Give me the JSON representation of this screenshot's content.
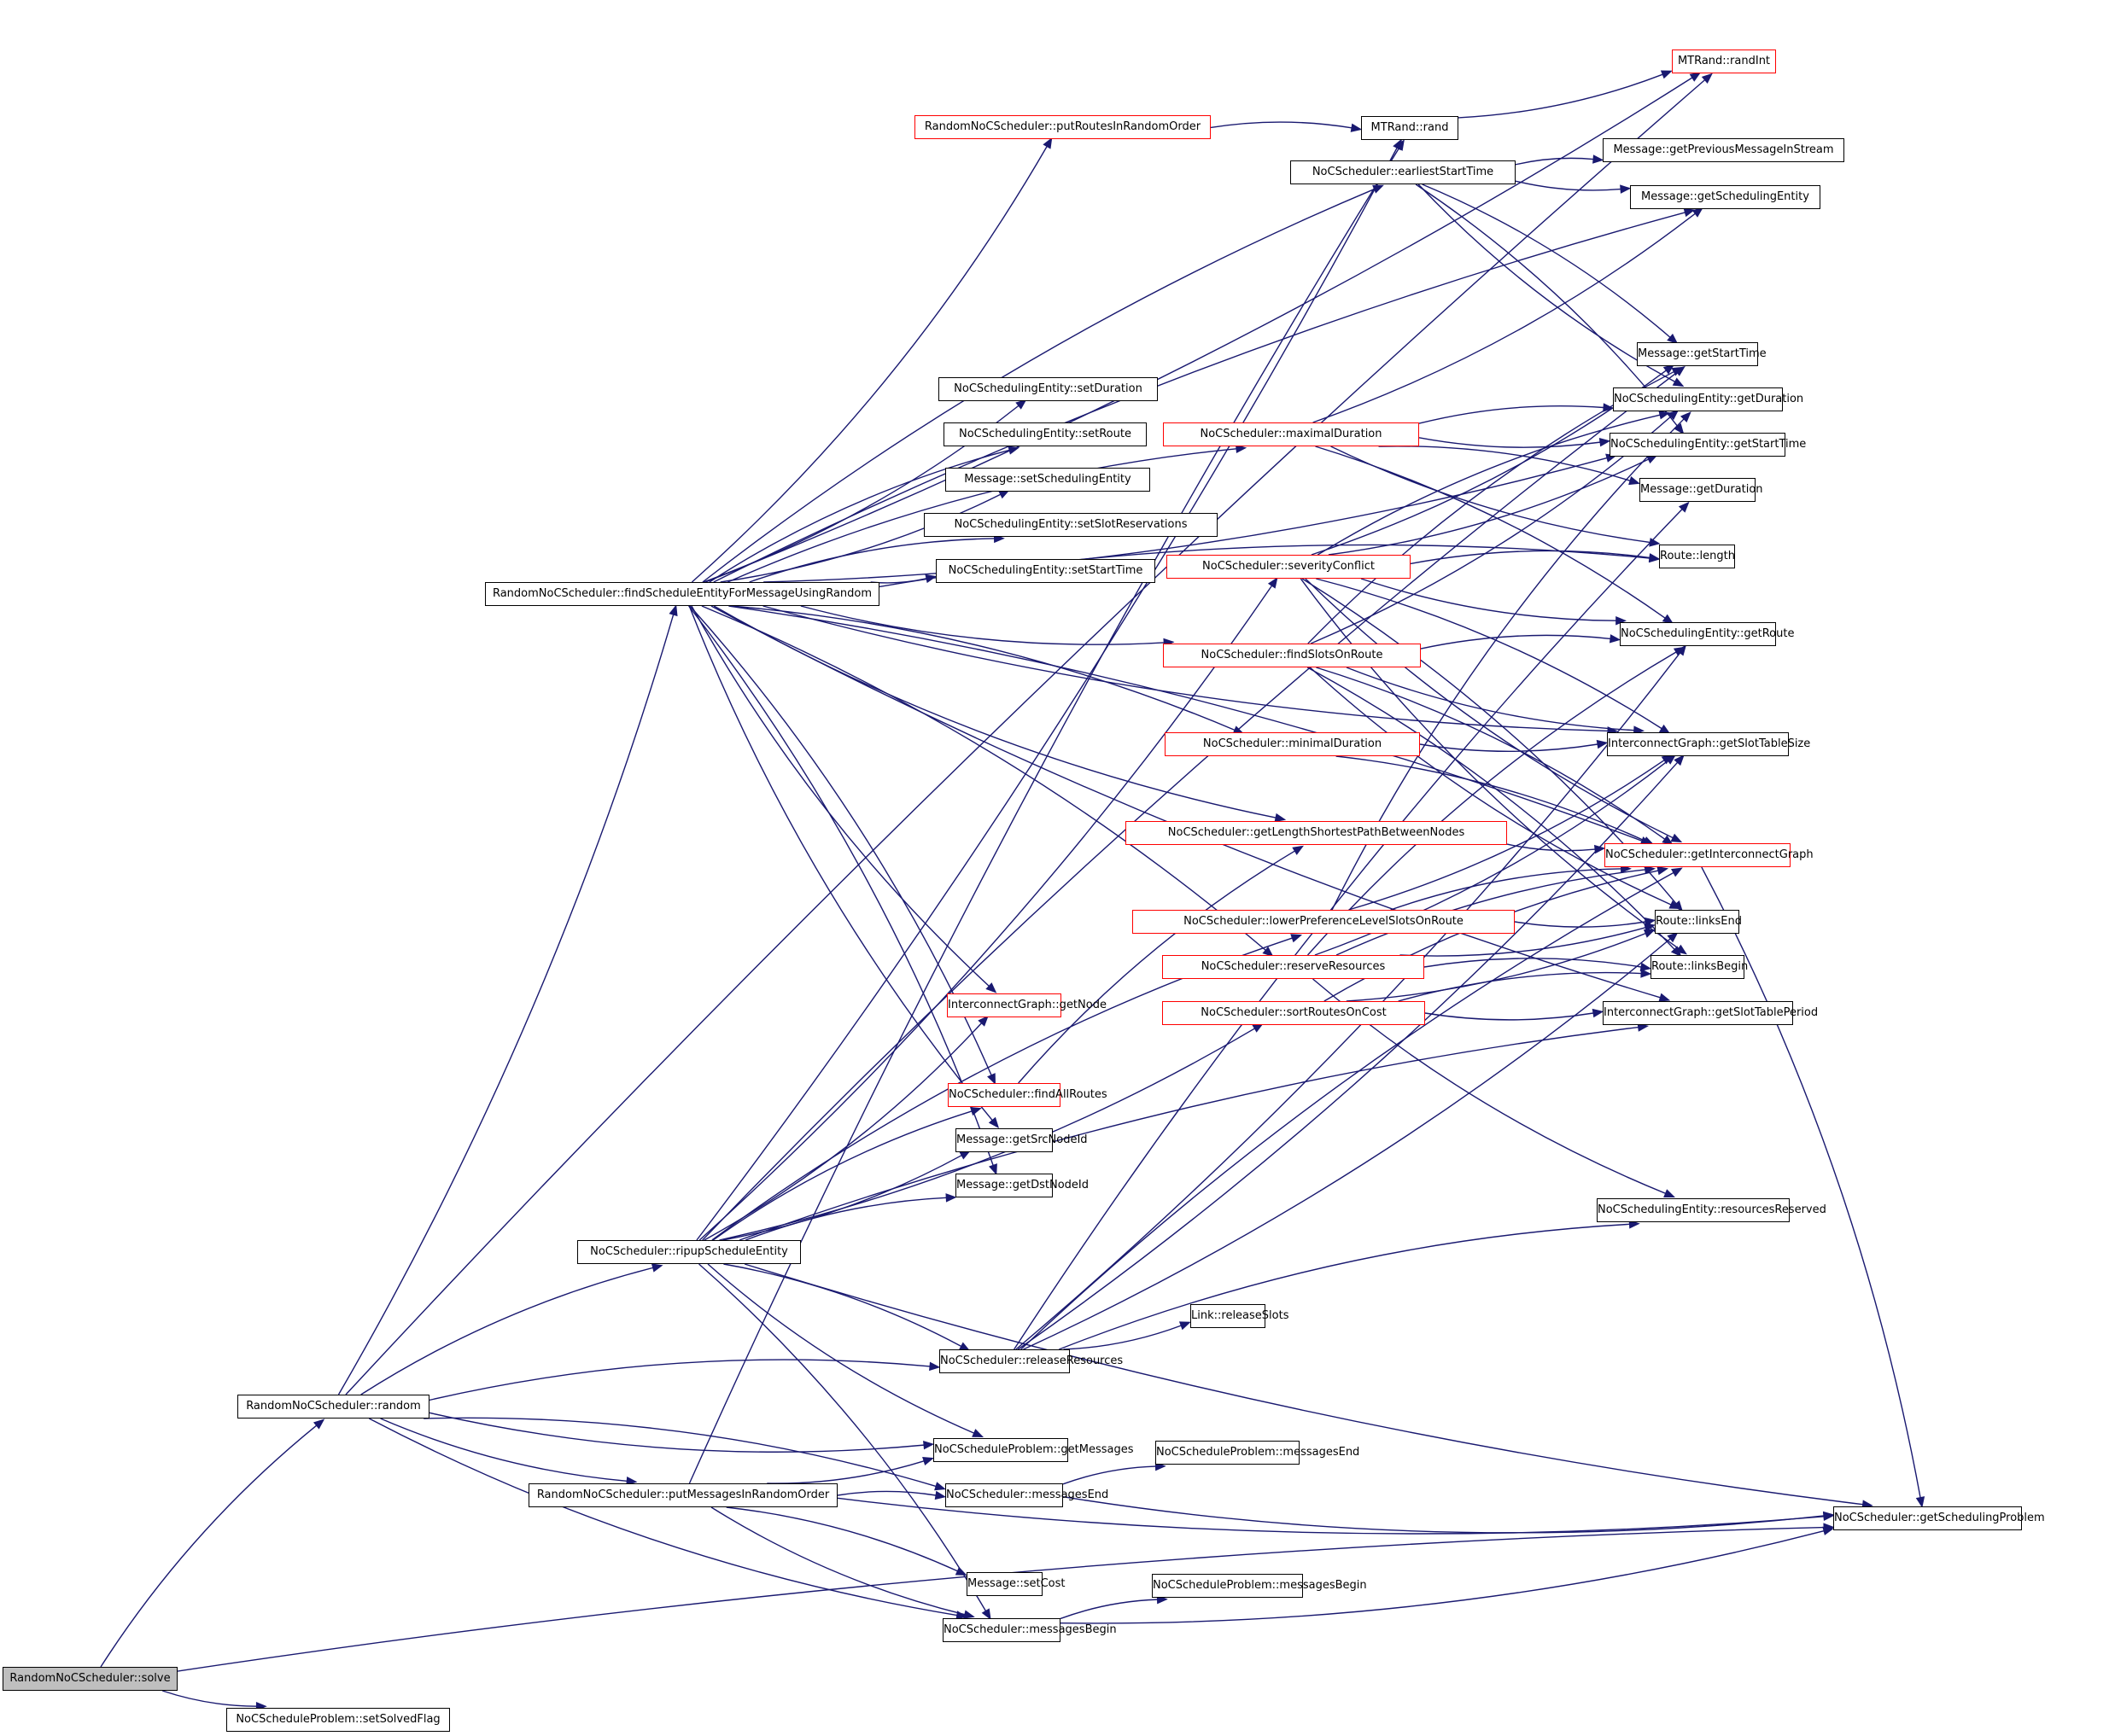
{
  "graph": {
    "title": "RandomNoCScheduler::solve call graph",
    "colors": {
      "edge": "#191970",
      "node_border": "#000000",
      "node_border_truncated": "#ff0000",
      "root_fill": "#bfbfbf",
      "node_fill": "#ffffff"
    },
    "nodes": [
      {
        "id": "solve",
        "label": "RandomNoCScheduler::solve",
        "style": "root"
      },
      {
        "id": "setSolvedFlag",
        "label": "NoCScheduleProblem::setSolvedFlag",
        "style": "normal"
      },
      {
        "id": "random",
        "label": "RandomNoCScheduler::random",
        "style": "normal"
      },
      {
        "id": "findSched",
        "label": "RandomNoCScheduler::findScheduleEntityForMessageUsingRandom",
        "style": "normal"
      },
      {
        "id": "ripup",
        "label": "NoCScheduler::ripupScheduleEntity",
        "style": "normal"
      },
      {
        "id": "putMessages",
        "label": "RandomNoCScheduler::putMessagesInRandomOrder",
        "style": "normal"
      },
      {
        "id": "putRoutes",
        "label": "RandomNoCScheduler::putRoutesInRandomOrder",
        "style": "red"
      },
      {
        "id": "mtRand",
        "label": "MTRand::rand",
        "style": "normal"
      },
      {
        "id": "mtRandInt",
        "label": "MTRand::randInt",
        "style": "red"
      },
      {
        "id": "earliestStart",
        "label": "NoCScheduler::earliestStartTime",
        "style": "normal"
      },
      {
        "id": "getPrevMsg",
        "label": "Message::getPreviousMessageInStream",
        "style": "normal"
      },
      {
        "id": "msgGetSchedEntity",
        "label": "Message::getSchedulingEntity",
        "style": "normal"
      },
      {
        "id": "setDuration",
        "label": "NoCSchedulingEntity::setDuration",
        "style": "normal"
      },
      {
        "id": "setRoute",
        "label": "NoCSchedulingEntity::setRoute",
        "style": "normal"
      },
      {
        "id": "setSchedEntity",
        "label": "Message::setSchedulingEntity",
        "style": "normal"
      },
      {
        "id": "setSlotRes",
        "label": "NoCSchedulingEntity::setSlotReservations",
        "style": "normal"
      },
      {
        "id": "setStartTime",
        "label": "NoCSchedulingEntity::setStartTime",
        "style": "normal"
      },
      {
        "id": "maximalDuration",
        "label": "NoCScheduler::maximalDuration",
        "style": "red"
      },
      {
        "id": "severityConflict",
        "label": "NoCScheduler::severityConflict",
        "style": "red"
      },
      {
        "id": "findSlots",
        "label": "NoCScheduler::findSlotsOnRoute",
        "style": "red"
      },
      {
        "id": "minimalDuration",
        "label": "NoCScheduler::minimalDuration",
        "style": "red"
      },
      {
        "id": "getLengthShortest",
        "label": "NoCScheduler::getLengthShortestPathBetweenNodes",
        "style": "red"
      },
      {
        "id": "lowerPref",
        "label": "NoCScheduler::lowerPreferenceLevelSlotsOnRoute",
        "style": "red"
      },
      {
        "id": "reserveRes",
        "label": "NoCScheduler::reserveResources",
        "style": "red"
      },
      {
        "id": "sortRoutes",
        "label": "NoCScheduler::sortRoutesOnCost",
        "style": "red"
      },
      {
        "id": "getNode",
        "label": "InterconnectGraph::getNode",
        "style": "red"
      },
      {
        "id": "findAllRoutes",
        "label": "NoCScheduler::findAllRoutes",
        "style": "red"
      },
      {
        "id": "getSrcNodeId",
        "label": "Message::getSrcNodeId",
        "style": "normal"
      },
      {
        "id": "getDstNodeId",
        "label": "Message::getDstNodeId",
        "style": "normal"
      },
      {
        "id": "releaseRes",
        "label": "NoCScheduler::releaseResources",
        "style": "normal"
      },
      {
        "id": "releaseSlots",
        "label": "Link::releaseSlots",
        "style": "normal"
      },
      {
        "id": "getMessages",
        "label": "NoCScheduleProblem::getMessages",
        "style": "normal"
      },
      {
        "id": "messagesEnd",
        "label": "NoCScheduler::messagesEnd",
        "style": "normal"
      },
      {
        "id": "setCost",
        "label": "Message::setCost",
        "style": "normal"
      },
      {
        "id": "messagesBegin",
        "label": "NoCScheduler::messagesBegin",
        "style": "normal"
      },
      {
        "id": "nspMessagesEnd",
        "label": "NoCScheduleProblem::messagesEnd",
        "style": "normal"
      },
      {
        "id": "nspMessagesBegin",
        "label": "NoCScheduleProblem::messagesBegin",
        "style": "normal"
      },
      {
        "id": "msgGetStartTime",
        "label": "Message::getStartTime",
        "style": "normal"
      },
      {
        "id": "nseGetDuration",
        "label": "NoCSchedulingEntity::getDuration",
        "style": "normal"
      },
      {
        "id": "nseGetStartTime",
        "label": "NoCSchedulingEntity::getStartTime",
        "style": "normal"
      },
      {
        "id": "msgGetDuration",
        "label": "Message::getDuration",
        "style": "normal"
      },
      {
        "id": "routeLength",
        "label": "Route::length",
        "style": "normal"
      },
      {
        "id": "nseGetRoute",
        "label": "NoCSchedulingEntity::getRoute",
        "style": "normal"
      },
      {
        "id": "getSlotTableSize",
        "label": "InterconnectGraph::getSlotTableSize",
        "style": "normal"
      },
      {
        "id": "getInterconnectGraph",
        "label": "NoCScheduler::getInterconnectGraph",
        "style": "red"
      },
      {
        "id": "linksEnd",
        "label": "Route::linksEnd",
        "style": "normal"
      },
      {
        "id": "linksBegin",
        "label": "Route::linksBegin",
        "style": "normal"
      },
      {
        "id": "getSlotTablePeriod",
        "label": "InterconnectGraph::getSlotTablePeriod",
        "style": "normal"
      },
      {
        "id": "resourcesReserved",
        "label": "NoCSchedulingEntity::resourcesReserved",
        "style": "normal"
      },
      {
        "id": "getSchedProblem",
        "label": "NoCScheduler::getSchedulingProblem",
        "style": "normal"
      }
    ],
    "edges": [
      [
        "solve",
        "random"
      ],
      [
        "solve",
        "setSolvedFlag"
      ],
      [
        "solve",
        "getSchedProblem"
      ],
      [
        "random",
        "findSched"
      ],
      [
        "random",
        "ripup"
      ],
      [
        "random",
        "putMessages"
      ],
      [
        "random",
        "releaseRes"
      ],
      [
        "random",
        "getMessages"
      ],
      [
        "random",
        "messagesEnd"
      ],
      [
        "random",
        "messagesBegin"
      ],
      [
        "random",
        "mtRandInt"
      ],
      [
        "findSched",
        "putRoutes"
      ],
      [
        "findSched",
        "earliestStart"
      ],
      [
        "findSched",
        "mtRandInt"
      ],
      [
        "findSched",
        "msgGetSchedEntity"
      ],
      [
        "findSched",
        "setDuration"
      ],
      [
        "findSched",
        "setRoute"
      ],
      [
        "findSched",
        "setSchedEntity"
      ],
      [
        "findSched",
        "setSlotRes"
      ],
      [
        "findSched",
        "setStartTime"
      ],
      [
        "findSched",
        "maximalDuration"
      ],
      [
        "findSched",
        "findSlots"
      ],
      [
        "findSched",
        "minimalDuration"
      ],
      [
        "findSched",
        "getLengthShortest"
      ],
      [
        "findSched",
        "reserveRes"
      ],
      [
        "findSched",
        "getNode"
      ],
      [
        "findSched",
        "findAllRoutes"
      ],
      [
        "findSched",
        "getSrcNodeId"
      ],
      [
        "findSched",
        "getDstNodeId"
      ],
      [
        "findSched",
        "nseGetStartTime"
      ],
      [
        "findSched",
        "routeLength"
      ],
      [
        "findSched",
        "getSlotTableSize"
      ],
      [
        "findSched",
        "getInterconnectGraph"
      ],
      [
        "findSched",
        "getSlotTablePeriod"
      ],
      [
        "putRoutes",
        "mtRand"
      ],
      [
        "mtRand",
        "mtRandInt"
      ],
      [
        "earliestStart",
        "getPrevMsg"
      ],
      [
        "earliestStart",
        "msgGetSchedEntity"
      ],
      [
        "earliestStart",
        "msgGetStartTime"
      ],
      [
        "earliestStart",
        "nseGetDuration"
      ],
      [
        "earliestStart",
        "nseGetStartTime"
      ],
      [
        "maximalDuration",
        "msgGetSchedEntity"
      ],
      [
        "maximalDuration",
        "nseGetDuration"
      ],
      [
        "maximalDuration",
        "nseGetStartTime"
      ],
      [
        "maximalDuration",
        "msgGetDuration"
      ],
      [
        "maximalDuration",
        "routeLength"
      ],
      [
        "maximalDuration",
        "nseGetRoute"
      ],
      [
        "severityConflict",
        "msgGetStartTime"
      ],
      [
        "severityConflict",
        "nseGetDuration"
      ],
      [
        "severityConflict",
        "nseGetStartTime"
      ],
      [
        "severityConflict",
        "routeLength"
      ],
      [
        "severityConflict",
        "nseGetRoute"
      ],
      [
        "severityConflict",
        "getSlotTableSize"
      ],
      [
        "severityConflict",
        "getInterconnectGraph"
      ],
      [
        "severityConflict",
        "linksEnd"
      ],
      [
        "severityConflict",
        "linksBegin"
      ],
      [
        "findSlots",
        "msgGetStartTime"
      ],
      [
        "findSlots",
        "nseGetDuration"
      ],
      [
        "findSlots",
        "nseGetRoute"
      ],
      [
        "findSlots",
        "getSlotTableSize"
      ],
      [
        "findSlots",
        "getInterconnectGraph"
      ],
      [
        "findSlots",
        "linksEnd"
      ],
      [
        "findSlots",
        "linksBegin"
      ],
      [
        "minimalDuration",
        "getSlotTableSize"
      ],
      [
        "minimalDuration",
        "getInterconnectGraph"
      ],
      [
        "getLengthShortest",
        "getInterconnectGraph"
      ],
      [
        "lowerPref",
        "nseGetDuration"
      ],
      [
        "lowerPref",
        "getSlotTableSize"
      ],
      [
        "lowerPref",
        "getInterconnectGraph"
      ],
      [
        "lowerPref",
        "linksEnd"
      ],
      [
        "reserveRes",
        "nseGetRoute"
      ],
      [
        "reserveRes",
        "getSlotTableSize"
      ],
      [
        "reserveRes",
        "getInterconnectGraph"
      ],
      [
        "reserveRes",
        "linksEnd"
      ],
      [
        "reserveRes",
        "linksBegin"
      ],
      [
        "reserveRes",
        "resourcesReserved"
      ],
      [
        "sortRoutes",
        "getInterconnectGraph"
      ],
      [
        "sortRoutes",
        "linksEnd"
      ],
      [
        "sortRoutes",
        "linksBegin"
      ],
      [
        "sortRoutes",
        "getSlotTablePeriod"
      ],
      [
        "findAllRoutes",
        "getLengthShortest"
      ],
      [
        "ripup",
        "mtRand"
      ],
      [
        "ripup",
        "msgGetStartTime"
      ],
      [
        "ripup",
        "getNode"
      ],
      [
        "ripup",
        "findAllRoutes"
      ],
      [
        "ripup",
        "getSrcNodeId"
      ],
      [
        "ripup",
        "getDstNodeId"
      ],
      [
        "ripup",
        "severityConflict"
      ],
      [
        "ripup",
        "lowerPref"
      ],
      [
        "ripup",
        "sortRoutes"
      ],
      [
        "ripup",
        "releaseRes"
      ],
      [
        "ripup",
        "getMessages"
      ],
      [
        "ripup",
        "messagesBegin"
      ],
      [
        "ripup",
        "getSchedProblem"
      ],
      [
        "ripup",
        "getSlotTablePeriod"
      ],
      [
        "releaseRes",
        "releaseSlots"
      ],
      [
        "releaseRes",
        "resourcesReserved"
      ],
      [
        "releaseRes",
        "nseGetRoute"
      ],
      [
        "releaseRes",
        "getInterconnectGraph"
      ],
      [
        "releaseRes",
        "linksEnd"
      ],
      [
        "releaseRes",
        "msgGetDuration"
      ],
      [
        "releaseRes",
        "getSlotTableSize"
      ],
      [
        "putMessages",
        "mtRand"
      ],
      [
        "putMessages",
        "getMessages"
      ],
      [
        "putMessages",
        "messagesEnd"
      ],
      [
        "putMessages",
        "messagesBegin"
      ],
      [
        "putMessages",
        "setCost"
      ],
      [
        "putMessages",
        "getSchedProblem"
      ],
      [
        "messagesEnd",
        "nspMessagesEnd"
      ],
      [
        "messagesEnd",
        "getSchedProblem"
      ],
      [
        "messagesBegin",
        "nspMessagesBegin"
      ],
      [
        "messagesBegin",
        "getSchedProblem"
      ],
      [
        "getInterconnectGraph",
        "getSchedProblem"
      ]
    ]
  }
}
